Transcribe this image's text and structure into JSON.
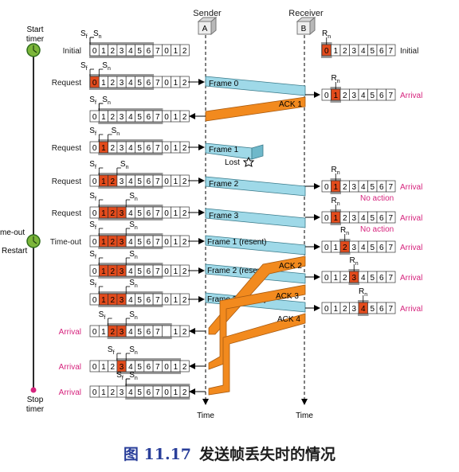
{
  "header": {
    "sender": "Sender",
    "receiver": "Receiver",
    "node_a": "A",
    "node_b": "B"
  },
  "timeline": {
    "start": "Start",
    "timer": "timer",
    "timeout": "me-out",
    "restart": "Restart",
    "stop": "Stop",
    "stop_timer": "timer",
    "time": "Time"
  },
  "sym": {
    "sf": "S",
    "sf_sub": "f",
    "sn": "S",
    "sn_sub": "n",
    "rn": "R",
    "rn_sub": "n"
  },
  "sender_rows": [
    {
      "label": "Initial",
      "label_color": "#1a1a1a",
      "cells": [
        "0",
        "1",
        "2",
        "3",
        "4",
        "5",
        "6",
        "7",
        "0",
        "1",
        "2"
      ],
      "red": [],
      "sf": 0,
      "sn": 0
    },
    {
      "label": "Request",
      "label_color": "#1a1a1a",
      "cells": [
        "0",
        "1",
        "2",
        "3",
        "4",
        "5",
        "6",
        "7",
        "0",
        "1",
        "2"
      ],
      "red": [
        0
      ],
      "sf": 0,
      "sn": 1
    },
    {
      "label": "",
      "label_color": "#1a1a1a",
      "cells": [
        "0",
        "1",
        "2",
        "3",
        "4",
        "5",
        "6",
        "7",
        "0",
        "1",
        "2"
      ],
      "red": [],
      "sf": 1,
      "sn": 1
    },
    {
      "label": "Request",
      "label_color": "#1a1a1a",
      "cells": [
        "0",
        "1",
        "2",
        "3",
        "4",
        "5",
        "6",
        "7",
        "0",
        "1",
        "2"
      ],
      "red": [
        1
      ],
      "sf": 1,
      "sn": 2
    },
    {
      "label": "Request",
      "label_color": "#1a1a1a",
      "cells": [
        "0",
        "1",
        "2",
        "3",
        "4",
        "5",
        "6",
        "7",
        "0",
        "1",
        "2"
      ],
      "red": [
        1,
        2
      ],
      "sf": 1,
      "sn": 3
    },
    {
      "label": "Request",
      "label_color": "#1a1a1a",
      "cells": [
        "0",
        "1",
        "2",
        "3",
        "4",
        "5",
        "6",
        "7",
        "0",
        "1",
        "2"
      ],
      "red": [
        1,
        2,
        3
      ],
      "sf": 1,
      "sn": 4
    },
    {
      "label": "Time-out",
      "label_color": "#1a1a1a",
      "cells": [
        "0",
        "1",
        "2",
        "3",
        "4",
        "5",
        "6",
        "7",
        "0",
        "1",
        "2"
      ],
      "red": [
        1,
        2,
        3
      ],
      "sf": 1,
      "sn": 4
    },
    {
      "label": "",
      "label_color": "#1a1a1a",
      "cells": [
        "0",
        "1",
        "2",
        "3",
        "4",
        "5",
        "6",
        "7",
        "0",
        "1",
        "2"
      ],
      "red": [
        1,
        2,
        3
      ],
      "sf": 1,
      "sn": 4
    },
    {
      "label": "",
      "label_color": "#1a1a1a",
      "cells": [
        "0",
        "1",
        "2",
        "3",
        "4",
        "5",
        "6",
        "7",
        "0",
        "1",
        "2"
      ],
      "red": [
        1,
        2,
        3
      ],
      "sf": 1,
      "sn": 4
    },
    {
      "label": "Arrival",
      "label_color": "#d6237d",
      "cells": [
        "0",
        "1",
        "2",
        "3",
        "4",
        "5",
        "6",
        "7",
        "",
        "1",
        "2"
      ],
      "red": [
        2,
        3
      ],
      "sf": 2,
      "sn": 4
    },
    {
      "label": "Arrival",
      "label_color": "#d6237d",
      "cells": [
        "0",
        "1",
        "2",
        "3",
        "4",
        "5",
        "6",
        "7",
        "0",
        "1",
        "2"
      ],
      "red": [
        3
      ],
      "sf": 3,
      "sn": 4
    },
    {
      "label": "Arrival",
      "label_color": "#d6237d",
      "cells": [
        "0",
        "1",
        "2",
        "3",
        "4",
        "5",
        "6",
        "7",
        "0",
        "1",
        "2"
      ],
      "red": [],
      "sf": 4,
      "sn": 4
    }
  ],
  "receiver_rows": [
    {
      "cells": [
        "0",
        "1",
        "2",
        "3",
        "4",
        "5",
        "6",
        "7"
      ],
      "red": 0,
      "right_label": "Initial",
      "right_color": "#1a1a1a",
      "note": ""
    },
    {
      "cells": [
        "0",
        "1",
        "2",
        "3",
        "4",
        "5",
        "6",
        "7"
      ],
      "red": 1,
      "right_label": "Arrival",
      "right_color": "#d6237d",
      "note": ""
    },
    {
      "cells": [
        "0",
        "1",
        "2",
        "3",
        "4",
        "5",
        "6",
        "7"
      ],
      "red": 1,
      "right_label": "Arrival",
      "right_color": "#d6237d",
      "note": "No action"
    },
    {
      "cells": [
        "0",
        "1",
        "2",
        "3",
        "4",
        "5",
        "6",
        "7"
      ],
      "red": 1,
      "right_label": "Arrival",
      "right_color": "#d6237d",
      "note": "No action"
    },
    {
      "cells": [
        "0",
        "1",
        "2",
        "3",
        "4",
        "5",
        "6",
        "7"
      ],
      "red": 2,
      "right_label": "Arrival",
      "right_color": "#d6237d",
      "note": ""
    },
    {
      "cells": [
        "0",
        "1",
        "2",
        "3",
        "4",
        "5",
        "6",
        "7"
      ],
      "red": 3,
      "right_label": "Arrival",
      "right_color": "#d6237d",
      "note": ""
    },
    {
      "cells": [
        "0",
        "1",
        "2",
        "3",
        "4",
        "5",
        "6",
        "7"
      ],
      "red": 4,
      "right_label": "Arrival",
      "right_color": "#d6237d",
      "note": ""
    }
  ],
  "frames": [
    "Frame 0",
    "Frame 1",
    "Frame 2",
    "Frame 3",
    "Frame 1 (resent)",
    "Frame 2 (resent)",
    "Frame 3 (resent)"
  ],
  "lost": "Lost",
  "acks": [
    "ACK 1",
    "ACK 2",
    "ACK 3",
    "ACK 4"
  ],
  "colors": {
    "frame": "#9fd9e8",
    "ack": "#f28a1e",
    "cell_red": "#e24b1c",
    "bar": "#9a9a9a",
    "timer": "#2f6d1c",
    "timer_fill": "#7cb63a",
    "arrival": "#d6237d"
  },
  "caption": {
    "number": "图 11.17",
    "text": "发送帧丢失时的情况"
  }
}
